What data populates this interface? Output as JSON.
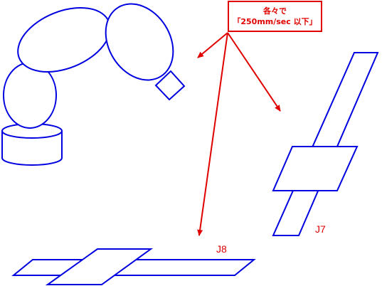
{
  "callout": {
    "line1": "各々で",
    "line2": "「250mm/sec 以下」"
  },
  "labels": {
    "j8": "J8",
    "j7": "J7"
  },
  "colors": {
    "outline": "#0000e0",
    "annotation": "#e00000",
    "background": "#ffffff"
  }
}
